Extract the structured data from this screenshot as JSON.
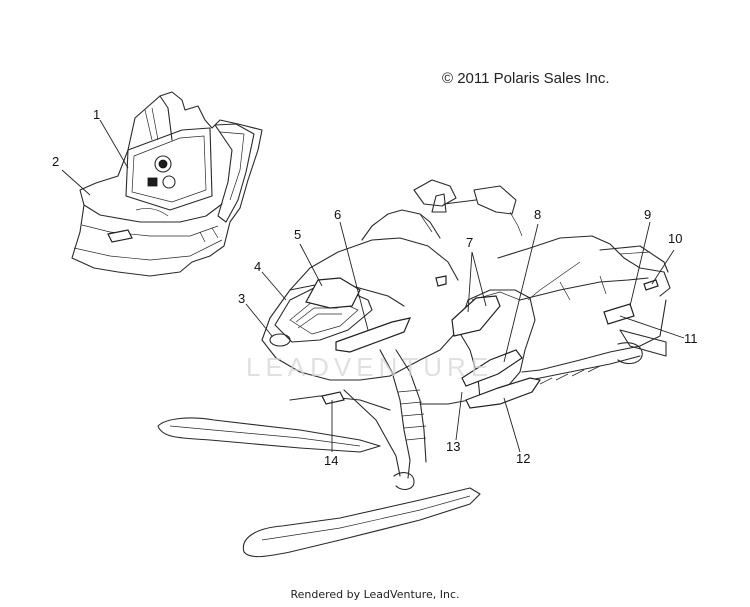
{
  "copyright": "© 2011 Polaris Sales Inc.",
  "footer": "Rendered by LeadVenture, Inc.",
  "watermark": "LEADVENTURE",
  "callouts": [
    "1",
    "2",
    "3",
    "4",
    "5",
    "6",
    "7",
    "8",
    "9",
    "10",
    "11",
    "12",
    "13",
    "14"
  ]
}
